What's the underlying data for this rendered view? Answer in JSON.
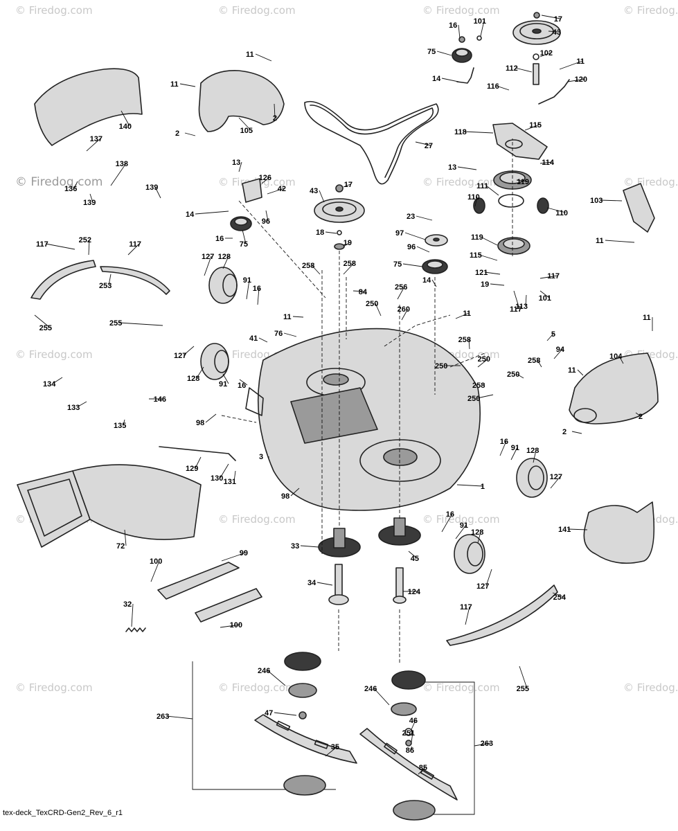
{
  "watermark": {
    "text": "© Firedog.com"
  },
  "footer": {
    "text": "tex-deck_TexCRD-Gen2_Rev_6_r1"
  },
  "callouts": [
    {
      "id": "c17a",
      "label": "17"
    },
    {
      "id": "c43a",
      "label": "43"
    },
    {
      "id": "c16a",
      "label": "16"
    },
    {
      "id": "c101a",
      "label": "101"
    },
    {
      "id": "c75a",
      "label": "75"
    },
    {
      "id": "c102",
      "label": "102"
    },
    {
      "id": "c11a",
      "label": "11"
    },
    {
      "id": "c112",
      "label": "112"
    },
    {
      "id": "c14a",
      "label": "14"
    },
    {
      "id": "c116",
      "label": "116"
    },
    {
      "id": "c120",
      "label": "120"
    },
    {
      "id": "c11b",
      "label": "11"
    },
    {
      "id": "c105",
      "label": "105"
    },
    {
      "id": "c2a",
      "label": "2"
    },
    {
      "id": "c11c",
      "label": "11"
    },
    {
      "id": "c2b",
      "label": "2"
    },
    {
      "id": "c140",
      "label": "140"
    },
    {
      "id": "c27",
      "label": "27"
    },
    {
      "id": "c118",
      "label": "118"
    },
    {
      "id": "c115a",
      "label": "115"
    },
    {
      "id": "c114",
      "label": "114"
    },
    {
      "id": "c13a",
      "label": "13"
    },
    {
      "id": "c137",
      "label": "137"
    },
    {
      "id": "c138",
      "label": "138"
    },
    {
      "id": "c136",
      "label": "136"
    },
    {
      "id": "c139a",
      "label": "139"
    },
    {
      "id": "c139b",
      "label": "139"
    },
    {
      "id": "c13b",
      "label": "13"
    },
    {
      "id": "c126",
      "label": "126"
    },
    {
      "id": "c42",
      "label": "42"
    },
    {
      "id": "c43b",
      "label": "43"
    },
    {
      "id": "c17b",
      "label": "17"
    },
    {
      "id": "c111",
      "label": "111"
    },
    {
      "id": "c119a",
      "label": "119"
    },
    {
      "id": "c103",
      "label": "103"
    },
    {
      "id": "c110a",
      "label": "110"
    },
    {
      "id": "c110b",
      "label": "110"
    },
    {
      "id": "c14b",
      "label": "14"
    },
    {
      "id": "c96a",
      "label": "96"
    },
    {
      "id": "c16b",
      "label": "16"
    },
    {
      "id": "c75b",
      "label": "75"
    },
    {
      "id": "c18",
      "label": "18"
    },
    {
      "id": "c19a",
      "label": "19"
    },
    {
      "id": "c23",
      "label": "23"
    },
    {
      "id": "c97",
      "label": "97"
    },
    {
      "id": "c96b",
      "label": "96"
    },
    {
      "id": "c119b",
      "label": "119"
    },
    {
      "id": "c11d",
      "label": "11"
    },
    {
      "id": "c117a",
      "label": "117"
    },
    {
      "id": "c252",
      "label": "252"
    },
    {
      "id": "c117b",
      "label": "117"
    },
    {
      "id": "c253",
      "label": "253"
    },
    {
      "id": "c127a",
      "label": "127"
    },
    {
      "id": "c128a",
      "label": "128"
    },
    {
      "id": "c258a",
      "label": "258"
    },
    {
      "id": "c258b",
      "label": "258"
    },
    {
      "id": "c75c",
      "label": "75"
    },
    {
      "id": "c115b",
      "label": "115"
    },
    {
      "id": "c121",
      "label": "121"
    },
    {
      "id": "c117c",
      "label": "117"
    },
    {
      "id": "c91a",
      "label": "91"
    },
    {
      "id": "c16c",
      "label": "16"
    },
    {
      "id": "c84",
      "label": "84"
    },
    {
      "id": "c14c",
      "label": "14"
    },
    {
      "id": "c256",
      "label": "256"
    },
    {
      "id": "c19b",
      "label": "19"
    },
    {
      "id": "c113",
      "label": "113"
    },
    {
      "id": "c101b",
      "label": "101"
    },
    {
      "id": "c250a",
      "label": "250"
    },
    {
      "id": "c260",
      "label": "260"
    },
    {
      "id": "c117d",
      "label": "117"
    },
    {
      "id": "c255a",
      "label": "255"
    },
    {
      "id": "c255b",
      "label": "255"
    },
    {
      "id": "c11e",
      "label": "11"
    },
    {
      "id": "c11f",
      "label": "11"
    },
    {
      "id": "c11g",
      "label": "11"
    },
    {
      "id": "c76",
      "label": "76"
    },
    {
      "id": "c41",
      "label": "41"
    },
    {
      "id": "c127b",
      "label": "127"
    },
    {
      "id": "c5",
      "label": "5"
    },
    {
      "id": "c258c",
      "label": "258"
    },
    {
      "id": "c94",
      "label": "94"
    },
    {
      "id": "c104",
      "label": "104"
    },
    {
      "id": "c250b",
      "label": "250"
    },
    {
      "id": "c250c",
      "label": "250"
    },
    {
      "id": "c258d",
      "label": "258"
    },
    {
      "id": "c11h",
      "label": "11"
    },
    {
      "id": "c128b",
      "label": "128"
    },
    {
      "id": "c91b",
      "label": "91"
    },
    {
      "id": "c16d",
      "label": "16"
    },
    {
      "id": "c250d",
      "label": "250"
    },
    {
      "id": "c258e",
      "label": "258"
    },
    {
      "id": "c134",
      "label": "134"
    },
    {
      "id": "c250e",
      "label": "250"
    },
    {
      "id": "c146",
      "label": "146"
    },
    {
      "id": "c133",
      "label": "133"
    },
    {
      "id": "c135",
      "label": "135"
    },
    {
      "id": "c98a",
      "label": "98"
    },
    {
      "id": "c2c",
      "label": "2"
    },
    {
      "id": "c2d",
      "label": "2"
    },
    {
      "id": "c16e",
      "label": "16"
    },
    {
      "id": "c91c",
      "label": "91"
    },
    {
      "id": "c128c",
      "label": "128"
    },
    {
      "id": "c3",
      "label": "3"
    },
    {
      "id": "c129",
      "label": "129"
    },
    {
      "id": "c130",
      "label": "130"
    },
    {
      "id": "c131",
      "label": "131"
    },
    {
      "id": "c127c",
      "label": "127"
    },
    {
      "id": "c98b",
      "label": "98"
    },
    {
      "id": "c1",
      "label": "1"
    },
    {
      "id": "c16f",
      "label": "16"
    },
    {
      "id": "c91d",
      "label": "91"
    },
    {
      "id": "c141",
      "label": "141"
    },
    {
      "id": "c128d",
      "label": "128"
    },
    {
      "id": "c72",
      "label": "72"
    },
    {
      "id": "c33",
      "label": "33"
    },
    {
      "id": "c45",
      "label": "45"
    },
    {
      "id": "c100a",
      "label": "100"
    },
    {
      "id": "c99",
      "label": "99"
    },
    {
      "id": "c127d",
      "label": "127"
    },
    {
      "id": "c34",
      "label": "34"
    },
    {
      "id": "c124",
      "label": "124"
    },
    {
      "id": "c254",
      "label": "254"
    },
    {
      "id": "c32",
      "label": "32"
    },
    {
      "id": "c117e",
      "label": "117"
    },
    {
      "id": "c100b",
      "label": "100"
    },
    {
      "id": "c255c",
      "label": "255"
    },
    {
      "id": "c246a",
      "label": "246"
    },
    {
      "id": "c246b",
      "label": "246"
    },
    {
      "id": "c263a",
      "label": "263"
    },
    {
      "id": "c47",
      "label": "47"
    },
    {
      "id": "c46",
      "label": "46"
    },
    {
      "id": "c251",
      "label": "251"
    },
    {
      "id": "c263b",
      "label": "263"
    },
    {
      "id": "c86",
      "label": "86"
    },
    {
      "id": "c35",
      "label": "35"
    },
    {
      "id": "c85",
      "label": "85"
    }
  ]
}
